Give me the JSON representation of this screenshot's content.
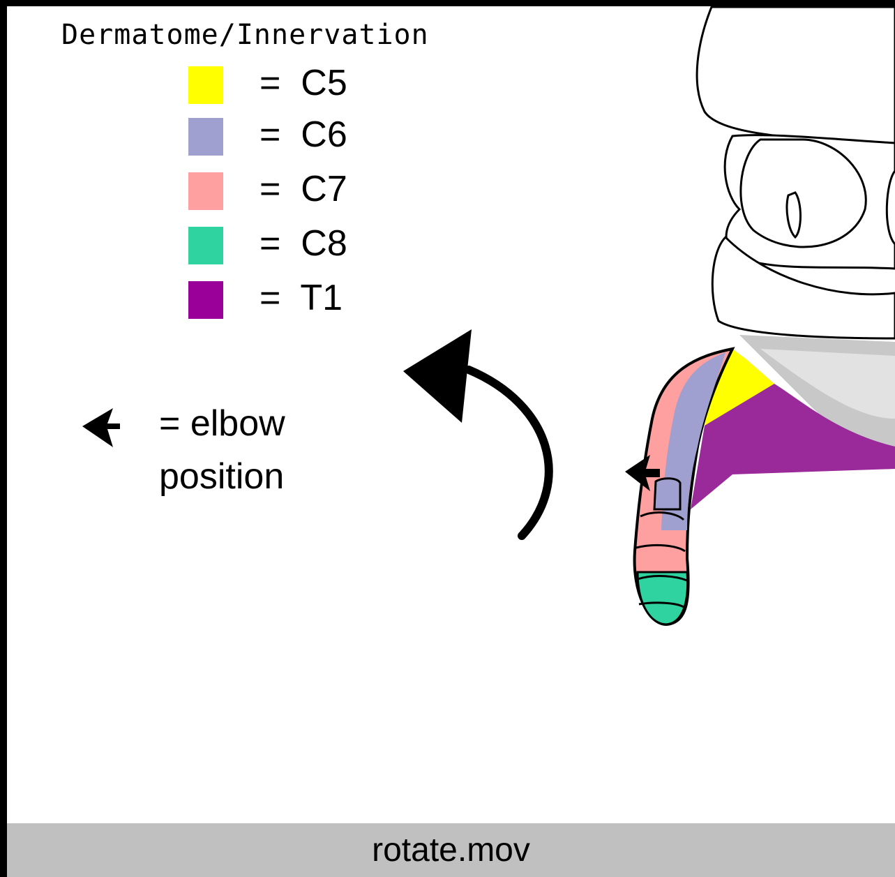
{
  "title": "Dermatome/Innervation",
  "legend": [
    {
      "label": "=  C5",
      "color": "#ffff00"
    },
    {
      "label": "=  C6",
      "color": "#a0a0d0"
    },
    {
      "label": "=  C7",
      "color": "#ffa0a0"
    },
    {
      "label": "=  C8",
      "color": "#2ed3a0"
    },
    {
      "label": "=  T1",
      "color": "#9a0099"
    }
  ],
  "elbow_legend": {
    "line1": "= elbow",
    "line2": "position",
    "icon": "arrow-left-icon"
  },
  "rotation_icon": "curved-arrow-icon",
  "footer": {
    "filename": "rotate.mov"
  }
}
